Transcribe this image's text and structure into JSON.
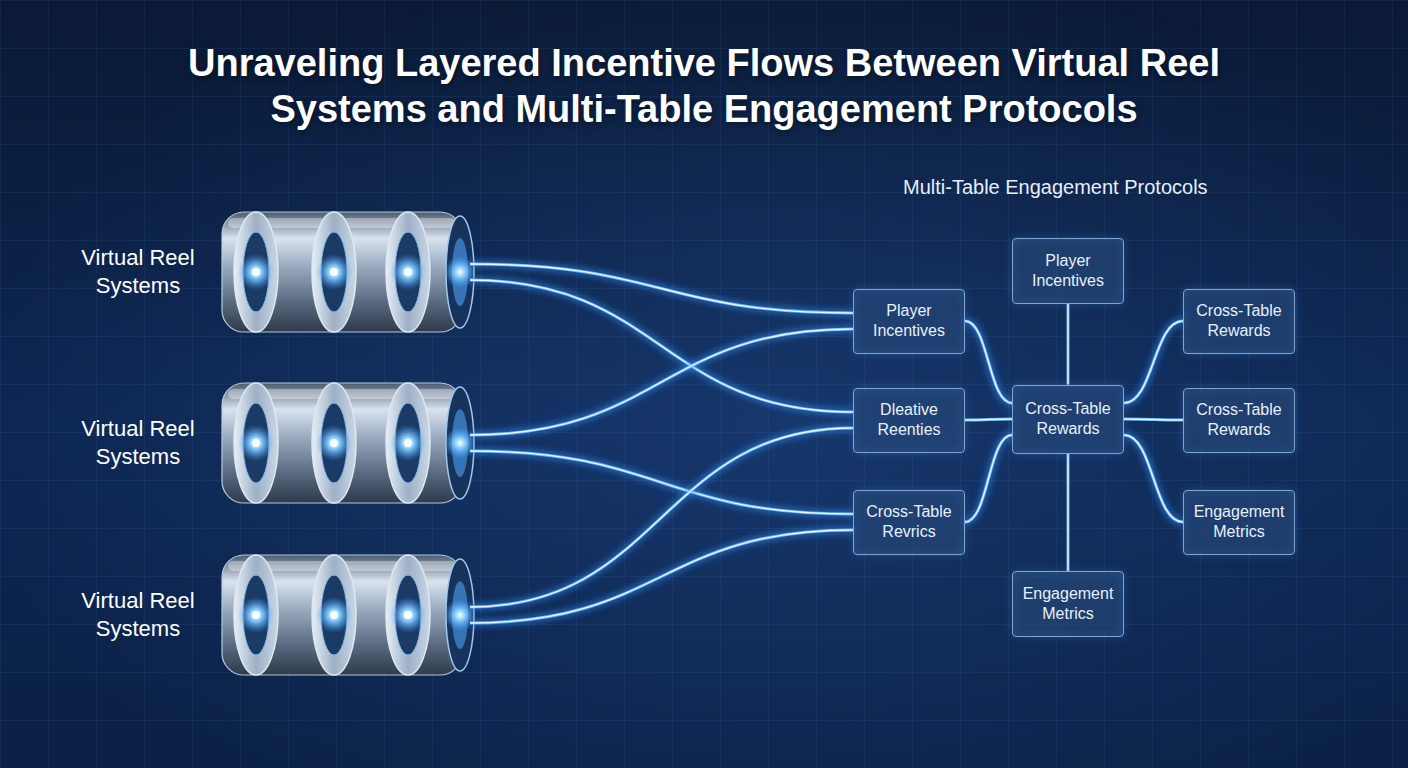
{
  "diagram": {
    "title": "Unraveling Layered Incentive Flows Between Virtual Reel Systems and Multi-Table Engagement Protocols",
    "nodes": [
      {
        "text": [
          "Virtual Reel Systems"
        ]
      },
      {
        "text": [
          "Virtual Reel Systems"
        ]
      },
      {
        "text": [
          "Virtual Reel Systems"
        ]
      },
      {
        "text": [
          "Player Incentives"
        ]
      },
      {
        "text": [
          "Dleative Reenties"
        ]
      },
      {
        "text": [
          "Cross-Table Revrics"
        ]
      },
      {
        "text": [
          "Player Incentives"
        ]
      },
      {
        "text": [
          "Cross-Table Rewards"
        ]
      },
      {
        "text": [
          "Engagement Metrics"
        ]
      },
      {
        "text": [
          "Cross-Table Rewards"
        ]
      },
      {
        "text": [
          "Cross-Table Rewards"
        ]
      },
      {
        "text": [
          "Engagement Metrics"
        ]
      }
    ],
    "edges": [
      {
        "from": 0,
        "to": 3,
        "arrow": "none"
      },
      {
        "from": 0,
        "to": 4,
        "arrow": "none"
      },
      {
        "from": 1,
        "to": 3,
        "arrow": "none"
      },
      {
        "from": 1,
        "to": 5,
        "arrow": "none"
      },
      {
        "from": 2,
        "to": 4,
        "arrow": "none"
      },
      {
        "from": 2,
        "to": 5,
        "arrow": "none"
      },
      {
        "from": 3,
        "to": 7,
        "arrow": "none"
      },
      {
        "from": 4,
        "to": 7,
        "arrow": "none"
      },
      {
        "from": 5,
        "to": 7,
        "arrow": "none"
      },
      {
        "from": 6,
        "to": 7,
        "arrow": "none"
      },
      {
        "from": 7,
        "to": 8,
        "arrow": "none"
      },
      {
        "from": 7,
        "to": 9,
        "arrow": "none"
      },
      {
        "from": 7,
        "to": 10,
        "arrow": "none"
      },
      {
        "from": 7,
        "to": 11,
        "arrow": "none"
      }
    ],
    "labels": [
      "Multi-Table Engagement Protocols"
    ]
  }
}
